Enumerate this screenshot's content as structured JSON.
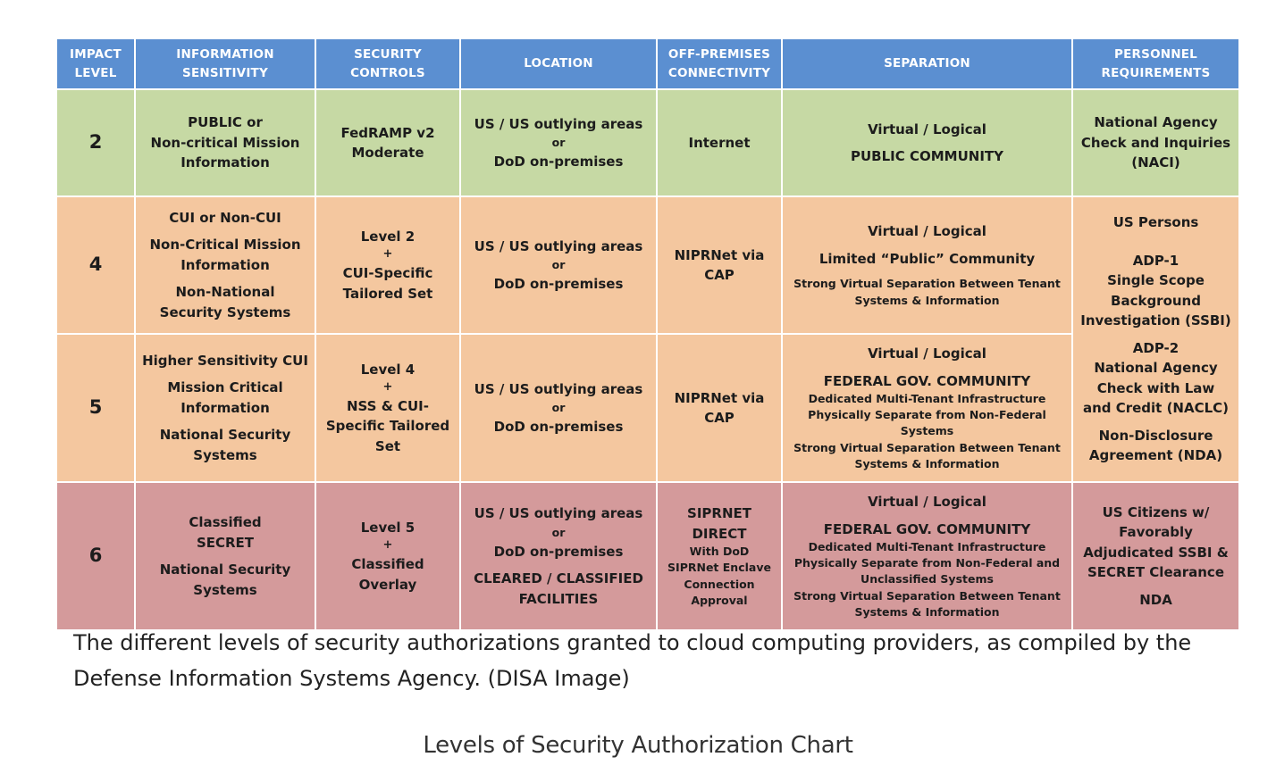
{
  "headers": {
    "impact_level": "IMPACT LEVEL",
    "info_sensitivity": "INFORMATION SENSITIVITY",
    "security_controls": "SECURITY CONTROLS",
    "location": "LOCATION",
    "off_premises": "OFF-PREMISES CONNECTIVITY",
    "separation": "SEPARATION",
    "personnel": "PERSONNEL REQUIREMENTS"
  },
  "rows": {
    "l2": {
      "level": "2",
      "sensitivity": [
        "PUBLIC or",
        "Non-critical Mission",
        "Information"
      ],
      "controls": [
        "FedRAMP v2",
        "Moderate"
      ],
      "location": [
        "US / US outlying areas",
        "or",
        "DoD on-premises"
      ],
      "connectivity": [
        "Internet"
      ],
      "separation": [
        "Virtual / Logical",
        "PUBLIC COMMUNITY"
      ],
      "personnel": [
        "National Agency",
        "Check and Inquiries",
        "(NACI)"
      ]
    },
    "l4": {
      "level": "4",
      "sensitivity": [
        "CUI  or Non-CUI",
        "Non-Critical Mission",
        "Information",
        "Non-National",
        "Security Systems"
      ],
      "controls": [
        "Level 2",
        "+",
        "CUI-Specific",
        "Tailored Set"
      ],
      "location": [
        "US / US outlying areas",
        "or",
        "DoD on-premises"
      ],
      "connectivity": [
        "NIPRNet via",
        "CAP"
      ],
      "separation": [
        "Virtual / Logical",
        "Limited “Public” Community",
        "Strong Virtual Separation Between Tenant",
        "Systems & Information"
      ]
    },
    "p45": [
      "US Persons",
      "ADP-1",
      "Single Scope",
      "Background",
      "Investigation (SSBI)",
      "ADP-2",
      "National Agency",
      "Check with Law",
      "and Credit (NACLC)",
      "Non-Disclosure",
      "Agreement (NDA)"
    ],
    "l5": {
      "level": "5",
      "sensitivity": [
        "Higher Sensitivity CUI",
        "Mission Critical",
        "Information",
        "National Security",
        "Systems"
      ],
      "controls": [
        "Level 4",
        "+",
        "NSS & CUI-",
        "Specific Tailored",
        "Set"
      ],
      "location": [
        "US / US outlying areas",
        "or",
        "DoD on-premises"
      ],
      "connectivity": [
        "NIPRNet via",
        "CAP"
      ],
      "separation": [
        "Virtual / Logical",
        "FEDERAL  GOV. COMMUNITY",
        "Dedicated Multi-Tenant Infrastructure",
        "Physically Separate from Non-Federal",
        "Systems",
        "Strong Virtual Separation Between Tenant",
        "Systems & Information"
      ]
    },
    "l6": {
      "level": "6",
      "sensitivity": [
        "Classified",
        "SECRET",
        "National Security",
        "Systems"
      ],
      "controls": [
        "Level 5",
        "+",
        "Classified",
        "Overlay"
      ],
      "location": [
        "US / US outlying areas",
        "or",
        "DoD on-premises",
        "CLEARED / CLASSIFIED",
        "FACILITIES"
      ],
      "connectivity": [
        "SIPRNET",
        "DIRECT",
        "With DoD",
        "SIPRNet Enclave",
        "Connection",
        "Approval"
      ],
      "separation": [
        "Virtual / Logical",
        "FEDERAL  GOV. COMMUNITY",
        "Dedicated Multi-Tenant Infrastructure",
        "Physically Separate from Non-Federal  and",
        "Unclassified Systems",
        "Strong Virtual Separation Between Tenant",
        "Systems & Information"
      ],
      "personnel": [
        "US Citizens w/",
        "Favorably",
        "Adjudicated SSBI &",
        "SECRET Clearance",
        "NDA"
      ]
    }
  },
  "caption": "The different levels of security authorizations granted to cloud computing providers, as compiled by the Defense Information Systems Agency. (DISA Image)",
  "chart_title": "Levels of Security Authorization Chart",
  "colors": {
    "header": "#5b8fd1",
    "level2": "#c6d9a4",
    "level4_5": "#f4c79f",
    "level6": "#d49a9b"
  }
}
